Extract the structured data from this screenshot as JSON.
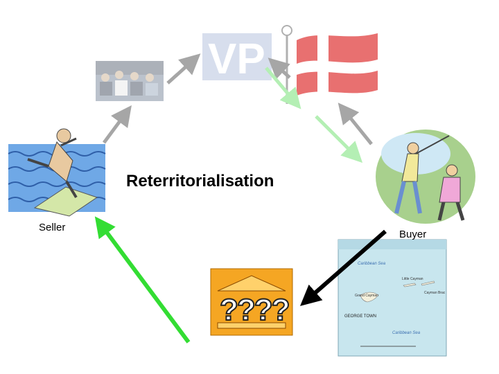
{
  "diagram": {
    "title": "Reterritorialisation",
    "seller_label": "Seller",
    "buyer_label": "Buyer",
    "vp_logo_text": "VP",
    "bank_text": "????",
    "map_labels": {
      "sea_top": "Caribbean Sea",
      "sea_bottom": "Caribbean Sea",
      "island_left": "Grand Cayman",
      "capital": "GEORGE TOWN",
      "island_right_1": "Little Cayman",
      "island_right_2": "Cayman Brac"
    }
  },
  "colors": {
    "arrow_gray": "#a6a6a6",
    "arrow_lightgreen": "#b4efb4",
    "arrow_green": "#33dd33",
    "arrow_black": "#000000",
    "flag_red": "#e87070",
    "vp_blue": "#b8c4e0"
  },
  "icons": {
    "people": "conference-photo",
    "vp": "vp-logo",
    "flag": "danish-flag",
    "seller": "surfer-on-phone-clipart",
    "buyer": "golfers-clipart",
    "bank": "bank-building-question-clipart",
    "map": "cayman-islands-map"
  }
}
